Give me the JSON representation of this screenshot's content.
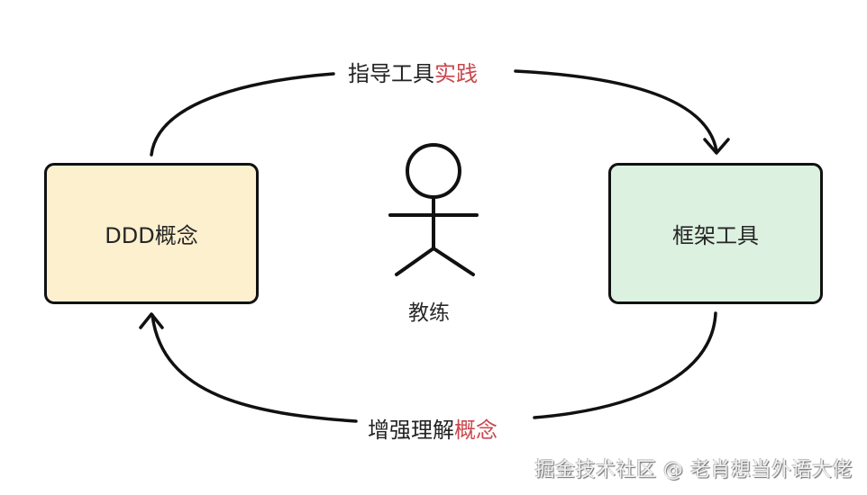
{
  "diagram": {
    "nodes": [
      {
        "id": "ddd",
        "label": "DDD概念",
        "fill": "#fdf0cf"
      },
      {
        "id": "framework",
        "label": "框架工具",
        "fill": "#dcf1e0"
      }
    ],
    "actor": {
      "label": "教练"
    },
    "edges": [
      {
        "from": "ddd",
        "to": "framework",
        "label_plain": "指导工具",
        "label_highlight": "实践"
      },
      {
        "from": "framework",
        "to": "ddd",
        "label_plain": "增强理解",
        "label_highlight": "概念"
      }
    ],
    "highlight_color": "#c9484e"
  },
  "watermark": "掘金技术社区 @ 老肖想当外语大佬"
}
